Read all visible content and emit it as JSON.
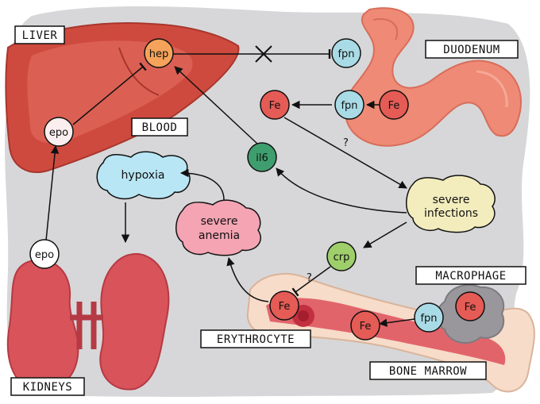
{
  "regions": {
    "liver": "LIVER",
    "duodenum": "DUODENUM",
    "blood": "BLOOD",
    "macrophage": "MACROPHAGE",
    "erythrocyte": "ERYTHROCYTE",
    "bone_marrow": "BONE MARROW",
    "kidneys": "KIDNEYS"
  },
  "nodes": {
    "hep": "hep",
    "fpn_duodenum_top": "fpn",
    "fpn_duodenum_mid": "fpn",
    "fe_duodenum": "Fe",
    "fe_blood": "Fe",
    "epo_liver": "epo",
    "epo_kidney": "epo",
    "il6": "il6",
    "crp": "crp",
    "fe_erythrocyte": "Fe",
    "fe_marrow": "Fe",
    "fpn_macrophage": "fpn",
    "fe_macrophage": "Fe"
  },
  "blobs": {
    "hypoxia": "hypoxia",
    "severe_anemia": [
      "severe",
      "anemia"
    ],
    "severe_infections": [
      "severe",
      "infections"
    ]
  },
  "annotations": {
    "q_infection": "?",
    "q_crp": "?"
  },
  "colors": {
    "background": "#d7d7d9",
    "organ": "#cf4a3e",
    "duodenum": "#ee8a76",
    "fe": "#e55b55",
    "fpn": "#a9dbe6",
    "hep": "#f5a35a",
    "epo": "#fbeeee",
    "il6": "#3f9e6e",
    "crp": "#9fcf6b",
    "hypoxia": "#b8e6f4",
    "anemia": "#f4a4b3",
    "infections": "#f3edbd",
    "bone": "#f6dcc9",
    "marrow": "#e2646b",
    "macrophage": "#9a979c"
  }
}
